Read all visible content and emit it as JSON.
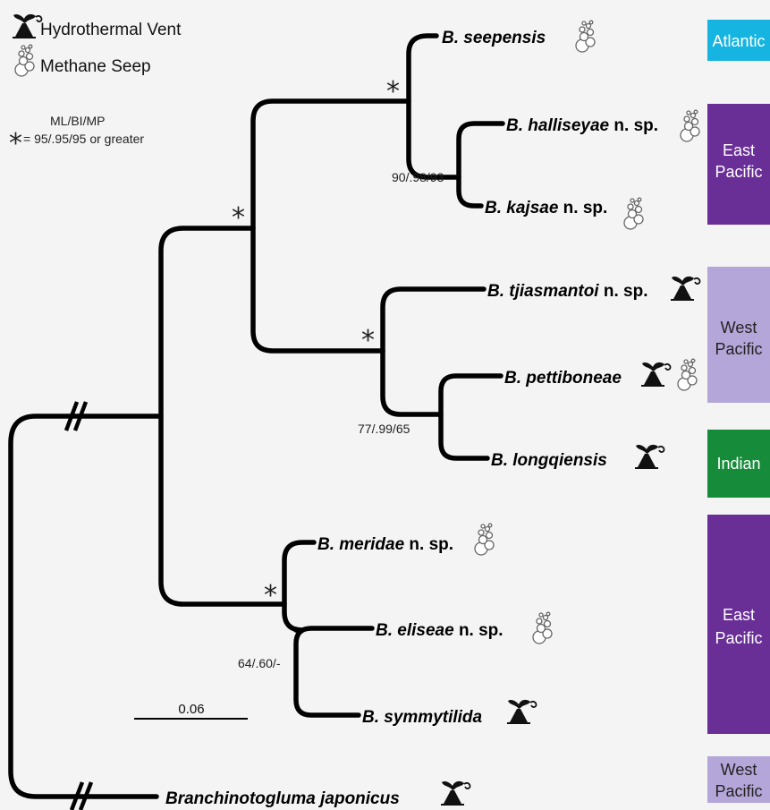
{
  "legend": {
    "vent_label": "Hydrothermal Vent",
    "seep_label": "Methane Seep",
    "vent_icon": "hydrothermal-vent-icon",
    "seep_icon": "methane-seep-icon"
  },
  "support_note": {
    "header": "ML/BI/MP",
    "star_symbol": "*",
    "text": "= 95/.95/95 or greater"
  },
  "support_values": {
    "halliseyae_kajsae": "90/.98/93",
    "pettiboneae_longqiensis": "77/.99/65",
    "eliseae_symmytilida": "64/.60/-"
  },
  "scale_bar": {
    "label": "0.06"
  },
  "taxa": {
    "seepensis": {
      "species": "B. seepensis",
      "suffix": ""
    },
    "halliseyae": {
      "species": "B. halliseyae",
      "suffix": " n. sp."
    },
    "kajsae": {
      "species": "B. kajsae",
      "suffix": " n. sp."
    },
    "tjiasmantoi": {
      "species": "B. tjiasmantoi",
      "suffix": " n. sp."
    },
    "pettiboneae": {
      "species": "B. pettiboneae",
      "suffix": ""
    },
    "longqiensis": {
      "species": "B. longqiensis",
      "suffix": ""
    },
    "meridae": {
      "species": "B. meridae",
      "suffix": " n. sp."
    },
    "eliseae": {
      "species": "B. eliseae",
      "suffix": " n. sp."
    },
    "symmytilida": {
      "species": "B. symmytilida",
      "suffix": ""
    },
    "japonicus": {
      "species": "Branchinotogluma japonicus",
      "suffix": ""
    }
  },
  "regions": {
    "atlantic": {
      "label": "Atlantic",
      "color": "#16b4e0"
    },
    "east_pacific_1": {
      "line1": "East",
      "line2": "Pacific",
      "color": "#6a2f96"
    },
    "west_pacific_1": {
      "line1": "West",
      "line2": "Pacific",
      "color": "#b4a6d8"
    },
    "indian": {
      "label": "Indian",
      "color": "#168c3a"
    },
    "east_pacific_2": {
      "line1": "East",
      "line2": "Pacific",
      "color": "#6a2f96"
    },
    "west_pacific_2": {
      "line1": "West",
      "line2": "Pacific",
      "color": "#b4a6d8"
    }
  }
}
